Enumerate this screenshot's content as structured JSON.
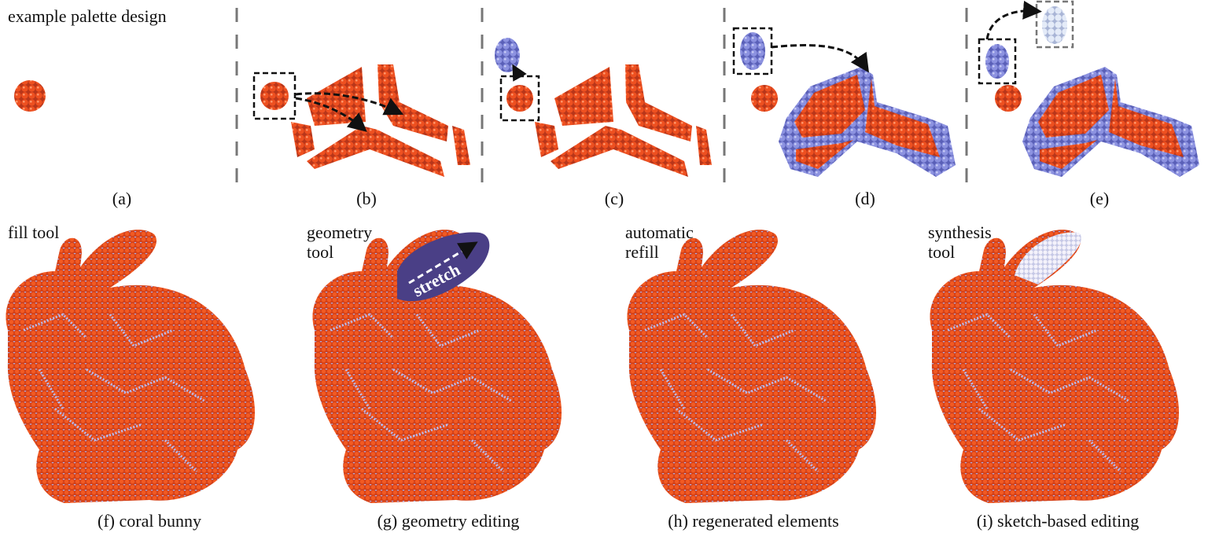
{
  "top_row": {
    "title": "example palette design",
    "captions": [
      "(a)",
      "(b)",
      "(c)",
      "(d)",
      "(e)"
    ]
  },
  "bottom_row": {
    "panels": [
      {
        "tool_label": [
          "fill tool"
        ],
        "caption": "(f) coral bunny"
      },
      {
        "tool_label": [
          "geometry",
          "tool"
        ],
        "caption": "(g) geometry editing",
        "annotation": "stretch"
      },
      {
        "tool_label": [
          "automatic",
          "refill"
        ],
        "caption": "(h) regenerated elements"
      },
      {
        "tool_label": [
          "synthesis",
          "tool"
        ],
        "caption": "(i) sketch-based editing"
      }
    ]
  },
  "colors": {
    "coral": "#e8471c",
    "lavender": "#7f86d8",
    "pale": "#dfe6f5",
    "stretch_blob": "#4a3f86",
    "divider": "#777777"
  }
}
